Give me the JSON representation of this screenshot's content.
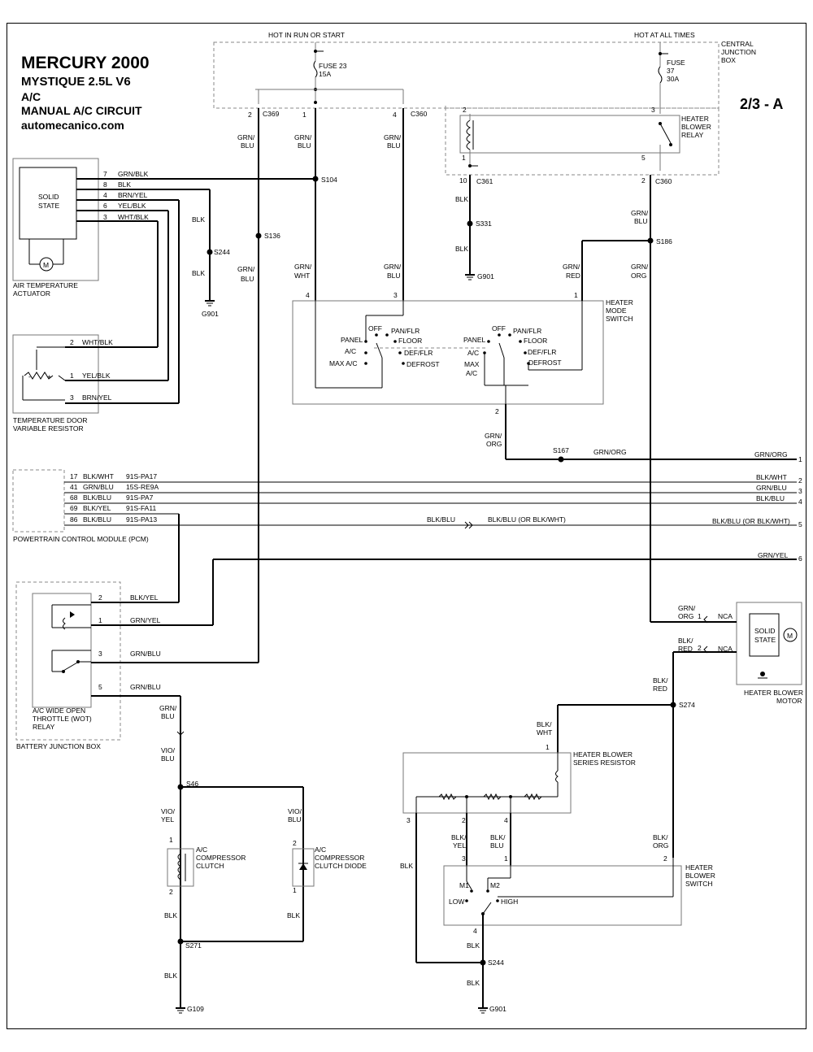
{
  "header": {
    "title": "MERCURY 2000",
    "model": "MYSTIQUE  2.5L  V6",
    "system": "A/C",
    "circuit": "MANUAL A/C CIRCUIT",
    "site": "automecanico.com",
    "page": "2/3 - A"
  },
  "power": {
    "hot_run": "HOT IN RUN OR START",
    "hot_all": "HOT AT ALL TIMES",
    "fuse23": "FUSE 23",
    "fuse23_amp": "15A",
    "fuse37": "FUSE",
    "fuse37_num": "37",
    "fuse37_amp": "30A",
    "cjb": [
      "CENTRAL",
      "JUNCTION",
      "BOX"
    ]
  },
  "components": {
    "solid_state": [
      "SOLID",
      "STATE"
    ],
    "air_temp_actuator": [
      "AIR TEMPERATURE",
      "ACTUATOR"
    ],
    "temp_door": [
      "TEMPERATURE DOOR",
      "VARIABLE RESISTOR"
    ],
    "pcm": "POWERTRAIN CONTROL MODULE (PCM)",
    "wot_relay": [
      "A/C WIDE OPEN",
      "THROTTLE (WOT)",
      "RELAY"
    ],
    "battery_jb": "BATTERY JUNCTION BOX",
    "compressor_clutch": [
      "A/C",
      "COMPRESSOR",
      "CLUTCH"
    ],
    "clutch_diode": [
      "A/C",
      "COMPRESSOR",
      "CLUTCH DIODE"
    ],
    "heater_relay": [
      "HEATER",
      "BLOWER",
      "RELAY"
    ],
    "mode_switch": [
      "HEATER",
      "MODE",
      "SWITCH"
    ],
    "blower_motor": [
      "HEATER BLOWER",
      "MOTOR"
    ],
    "series_resistor": [
      "HEATER BLOWER",
      "SERIES RESISTOR"
    ],
    "blower_switch": [
      "HEATER",
      "BLOWER",
      "SWITCH"
    ],
    "motor_solid_state": [
      "SOLID",
      "STATE"
    ]
  },
  "mode_positions": {
    "left": [
      "OFF",
      "PAN/FLR",
      "PANEL",
      "FLOOR",
      "A/C",
      "DEF/FLR",
      "MAX A/C",
      "DEFROST"
    ],
    "right": [
      "OFF",
      "PAN/FLR",
      "PANEL",
      "FLOOR",
      "A/C",
      "DEF/FLR",
      "MAX",
      "A/C",
      "DEFROST"
    ]
  },
  "blower_positions": [
    "M1",
    "M2",
    "LOW",
    "HIGH"
  ],
  "connectors": [
    "C369",
    "C360",
    "C361",
    "C360",
    "NCA",
    "NCA"
  ],
  "splices": [
    "S104",
    "S136",
    "S244",
    "S331",
    "S186",
    "S167",
    "S46",
    "S271",
    "S274",
    "S244"
  ],
  "grounds": [
    "G901",
    "G901",
    "G109",
    "G901"
  ],
  "actuator_pins": [
    {
      "pin": "7",
      "color": "GRN/BLK"
    },
    {
      "pin": "8",
      "color": "BLK"
    },
    {
      "pin": "4",
      "color": "BRN/YEL"
    },
    {
      "pin": "6",
      "color": "YEL/BLK"
    },
    {
      "pin": "3",
      "color": "WHT/BLK"
    }
  ],
  "resistor_pins": [
    {
      "pin": "2",
      "color": "WHT/BLK"
    },
    {
      "pin": "1",
      "color": "YEL/BLK"
    },
    {
      "pin": "3",
      "color": "BRN/YEL"
    }
  ],
  "pcm_pins": [
    {
      "pin": "17",
      "color": "BLK/WHT",
      "circuit": "91S-PA17",
      "right": "BLK/WHT",
      "num": "2"
    },
    {
      "pin": "41",
      "color": "GRN/BLU",
      "circuit": "15S-RE9A",
      "right": "GRN/BLU",
      "num": "3"
    },
    {
      "pin": "68",
      "color": "BLK/BLU",
      "circuit": "91S-PA7",
      "right": "BLK/BLU",
      "num": "4"
    },
    {
      "pin": "69",
      "color": "BLK/YEL",
      "circuit": "91S-FA11",
      "right": "",
      "num": ""
    },
    {
      "pin": "86",
      "color": "BLK/BLU",
      "circuit": "91S-PA13",
      "right": "BLK/BLU (OR BLK/WHT)",
      "num": "5"
    }
  ],
  "wot_pins": [
    {
      "pin": "2",
      "color": "BLK/YEL"
    },
    {
      "pin": "1",
      "color": "GRN/YEL"
    },
    {
      "pin": "3",
      "color": "GRN/BLU"
    },
    {
      "pin": "5",
      "color": "GRN/BLU"
    }
  ],
  "wires": {
    "grn_org_right": "GRN/ORG",
    "grn_org_num": "1",
    "grn_yel_right": "GRN/YEL",
    "grn_yel_num": "6",
    "blk_blu_mid": "BLK/BLU",
    "blk_blu_or": "BLK/BLU (OR BLK/WHT)"
  },
  "wire_labels": [
    "GRN/",
    "BLU",
    "GRN/",
    "BLU",
    "GRN/",
    "BLU",
    "BLK",
    "BLK",
    "BLK",
    "BLK",
    "GRN/",
    "BLU",
    "GRN/",
    "BLU",
    "GRN/",
    "WHT",
    "GRN/",
    "BLU",
    "GRN/",
    "RED",
    "GRN/",
    "ORG",
    "GRN/",
    "ORG",
    "GRN/ORG",
    "BLK/BLU",
    "GRN/",
    "BLU",
    "VIO/",
    "BLU",
    "VIO/",
    "YEL",
    "VIO/",
    "BLU",
    "BLK",
    "BLK",
    "BLK",
    "GRN/",
    "ORG",
    "BLK/",
    "RED",
    "BLK/",
    "RED",
    "BLK/",
    "WHT",
    "BLK/",
    "YEL",
    "BLK/",
    "BLU",
    "BLK/",
    "ORG",
    "BLK",
    "BLK",
    "BLK"
  ]
}
